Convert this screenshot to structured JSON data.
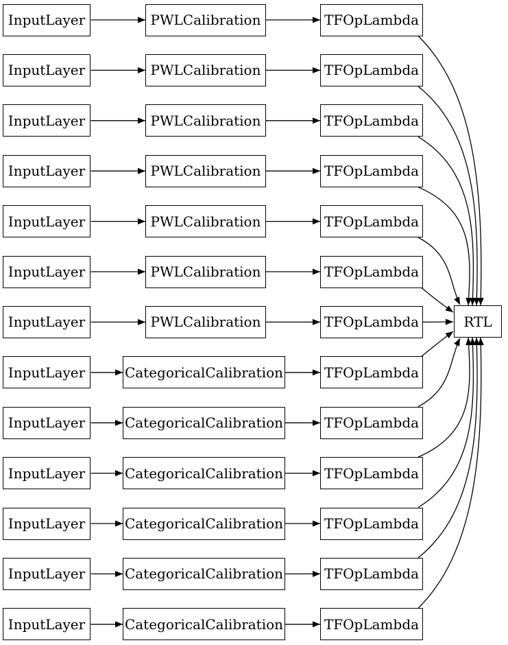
{
  "diagram": {
    "colors": {
      "background": "#ffffff",
      "node_fill": "#ffffff",
      "node_border": "#000000",
      "edge": "#000000",
      "text": "#000000"
    },
    "rtl": {
      "label": "RTL"
    },
    "edges": {
      "row_flow": [
        "input",
        "calibration",
        "op"
      ],
      "all_op_nodes_connect_to": "RTL"
    },
    "rows": [
      {
        "input_label": "InputLayer",
        "calibration_label": "PWLCalibration",
        "calibration_type": "pwl",
        "op_label": "TFOpLambda"
      },
      {
        "input_label": "InputLayer",
        "calibration_label": "PWLCalibration",
        "calibration_type": "pwl",
        "op_label": "TFOpLambda"
      },
      {
        "input_label": "InputLayer",
        "calibration_label": "PWLCalibration",
        "calibration_type": "pwl",
        "op_label": "TFOpLambda"
      },
      {
        "input_label": "InputLayer",
        "calibration_label": "PWLCalibration",
        "calibration_type": "pwl",
        "op_label": "TFOpLambda"
      },
      {
        "input_label": "InputLayer",
        "calibration_label": "PWLCalibration",
        "calibration_type": "pwl",
        "op_label": "TFOpLambda"
      },
      {
        "input_label": "InputLayer",
        "calibration_label": "PWLCalibration",
        "calibration_type": "pwl",
        "op_label": "TFOpLambda"
      },
      {
        "input_label": "InputLayer",
        "calibration_label": "PWLCalibration",
        "calibration_type": "pwl",
        "op_label": "TFOpLambda"
      },
      {
        "input_label": "InputLayer",
        "calibration_label": "CategoricalCalibration",
        "calibration_type": "categorical",
        "op_label": "TFOpLambda"
      },
      {
        "input_label": "InputLayer",
        "calibration_label": "CategoricalCalibration",
        "calibration_type": "categorical",
        "op_label": "TFOpLambda"
      },
      {
        "input_label": "InputLayer",
        "calibration_label": "CategoricalCalibration",
        "calibration_type": "categorical",
        "op_label": "TFOpLambda"
      },
      {
        "input_label": "InputLayer",
        "calibration_label": "CategoricalCalibration",
        "calibration_type": "categorical",
        "op_label": "TFOpLambda"
      },
      {
        "input_label": "InputLayer",
        "calibration_label": "CategoricalCalibration",
        "calibration_type": "categorical",
        "op_label": "TFOpLambda"
      },
      {
        "input_label": "InputLayer",
        "calibration_label": "CategoricalCalibration",
        "calibration_type": "categorical",
        "op_label": "TFOpLambda"
      }
    ]
  }
}
